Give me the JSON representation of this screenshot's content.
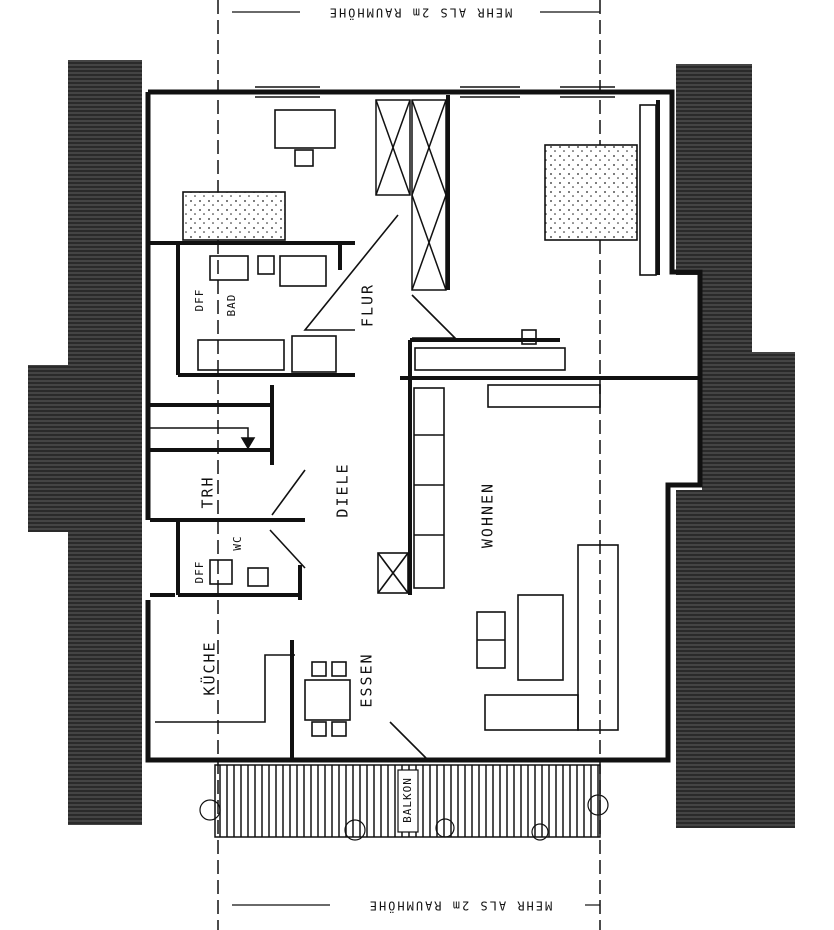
{
  "rooms": {
    "flur": "FLUR",
    "diele": "DIELE",
    "wohnen": "WOHNEN",
    "essen": "ESSEN",
    "kueche": "KÜCHE",
    "bad": "BAD",
    "wc": "WC",
    "trh": "TRH",
    "balkon": "BALKON"
  },
  "fixtures": {
    "bad_marker": "DFF",
    "wc_marker": "DFF"
  },
  "notes": {
    "height_note_top": "MEHR ALS 2m RAUMHÖHE",
    "height_note_bottom": "MEHR ALS 2m RAUMHÖHE"
  },
  "colors": {
    "wall": "#111111",
    "roof_hatch": "#2a2a2a",
    "background": "#ffffff"
  }
}
